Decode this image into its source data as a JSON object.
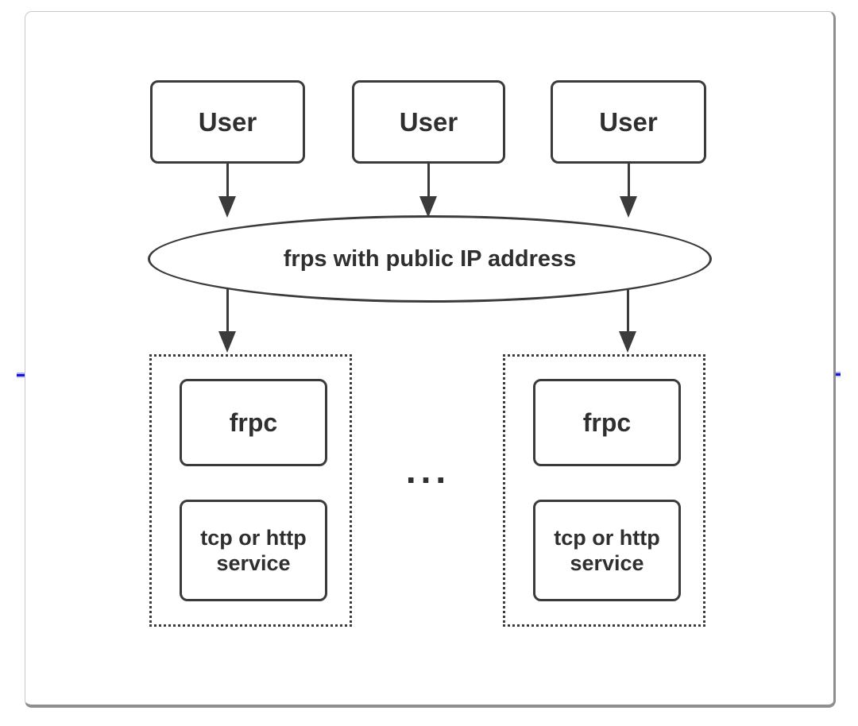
{
  "colors": {
    "outline": "#3b3b3b",
    "text": "#2f2f2f",
    "card_border": "#c9c9c9",
    "card_shadow": "#8e8e8e",
    "marker_blue": "#1616d9",
    "background": "#ffffff"
  },
  "diagram": {
    "users": [
      {
        "label": "User"
      },
      {
        "label": "User"
      },
      {
        "label": "User"
      }
    ],
    "server": {
      "label": "frps with public IP address"
    },
    "clients": [
      {
        "frpc": "frpc",
        "service": "tcp or http service"
      },
      {
        "frpc": "frpc",
        "service": "tcp or http service"
      }
    ],
    "ellipsis": "..."
  }
}
